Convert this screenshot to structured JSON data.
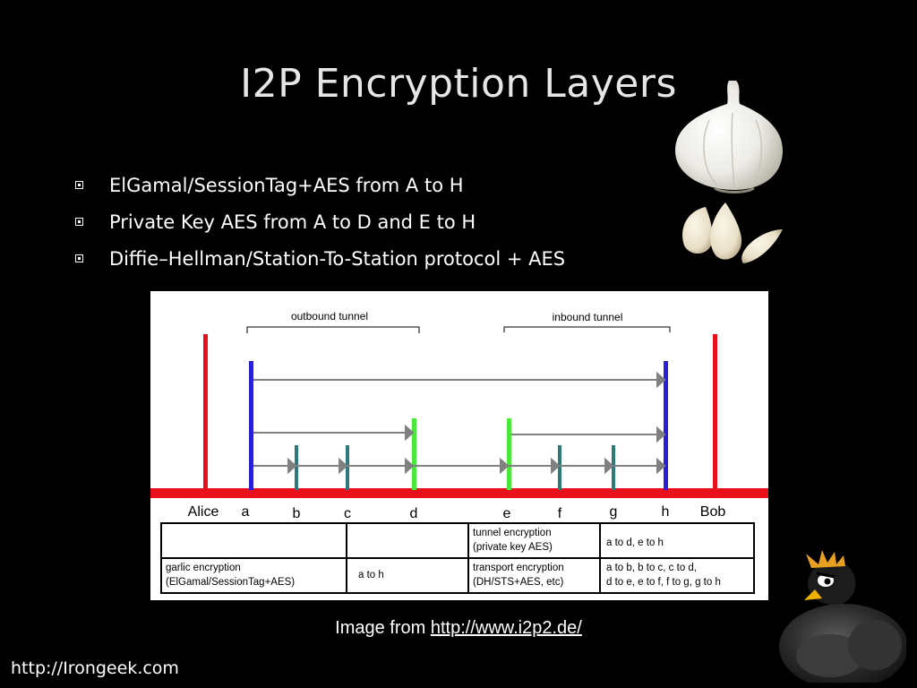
{
  "slide": {
    "title": "I2P Encryption Layers",
    "bullets": [
      "ElGamal/SessionTag+AES from A to H",
      "Private Key AES from A to D and E to H",
      "Diffie–Hellman/Station-To-Station protocol + AES"
    ],
    "caption_prefix": "Image from ",
    "caption_link": "http://www.i2p2.de/",
    "footer": "http://Irongeek.com"
  },
  "diagram": {
    "outbound_label": "outbound tunnel",
    "inbound_label": "inbound tunnel",
    "nodes": {
      "alice": "Alice",
      "a": "a",
      "b": "b",
      "c": "c",
      "d": "d",
      "e": "e",
      "f": "f",
      "g": "g",
      "h": "h",
      "bob": "Bob"
    },
    "table": {
      "tunnel_encryption_1": "tunnel encryption",
      "tunnel_encryption_2": "(private key AES)",
      "tunnel_scope": "a to d, e to h",
      "garlic_encryption_1": "garlic encryption",
      "garlic_encryption_2": "(ElGamal/SessionTag+AES)",
      "garlic_scope": "a to h",
      "transport_encryption_1": "transport encryption",
      "transport_encryption_2": "(DH/STS+AES, etc)",
      "transport_scope_1": "a to b, b to c, c to d,",
      "transport_scope_2": "d to e, e to f, f to g, g to h"
    },
    "colors": {
      "endpoint": "#e8101a",
      "gateway": "#2a1fd8",
      "tunnel_end": "#49e83a",
      "hop": "#2c7a7a",
      "arrow": "#808080"
    }
  },
  "icons": {
    "garlic": "garlic-bulb-image",
    "penguin": "angry-penguin-logo"
  }
}
